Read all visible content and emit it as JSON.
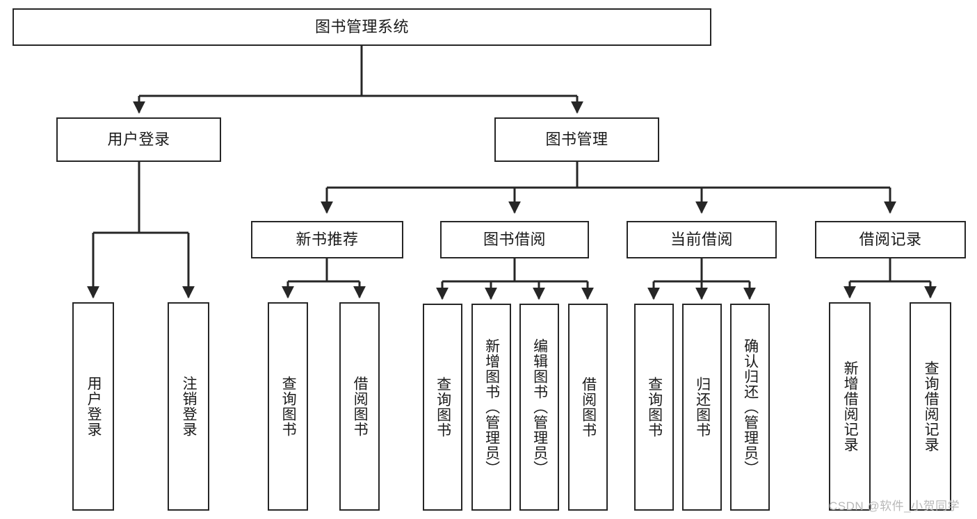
{
  "diagram": {
    "type": "tree-hierarchy-chart",
    "title": "图书管理系统",
    "watermark": "CSDN @软件_小贺同学",
    "colors": {
      "stroke": "#262626",
      "fill": "#ffffff",
      "text": "#1a1a1a",
      "watermark": "#b8b8b8"
    },
    "levels": {
      "root": {
        "label": "图书管理系统"
      },
      "level2": [
        {
          "id": "user-login",
          "label": "用户登录"
        },
        {
          "id": "book-management",
          "label": "图书管理"
        }
      ],
      "level3": [
        {
          "id": "new-book-recommend",
          "label": "新书推荐",
          "parent": "book-management"
        },
        {
          "id": "book-borrow",
          "label": "图书借阅",
          "parent": "book-management"
        },
        {
          "id": "current-borrow",
          "label": "当前借阅",
          "parent": "book-management"
        },
        {
          "id": "borrow-record",
          "label": "借阅记录",
          "parent": "book-management"
        }
      ],
      "leaves": [
        {
          "id": "leaf-user-login",
          "label": "用户登录",
          "parent": "user-login"
        },
        {
          "id": "leaf-logout-login",
          "label": "注销登录",
          "parent": "user-login"
        },
        {
          "id": "leaf-query-book-1",
          "label": "查询图书",
          "parent": "new-book-recommend"
        },
        {
          "id": "leaf-borrow-book-1",
          "label": "借阅图书",
          "parent": "new-book-recommend"
        },
        {
          "id": "leaf-query-book-2",
          "label": "查询图书",
          "parent": "book-borrow"
        },
        {
          "id": "leaf-add-book-admin",
          "label": "新增图书（管理员）",
          "parent": "book-borrow"
        },
        {
          "id": "leaf-edit-book-admin",
          "label": "编辑图书（管理员）",
          "parent": "book-borrow"
        },
        {
          "id": "leaf-borrow-book-2",
          "label": "借阅图书",
          "parent": "book-borrow"
        },
        {
          "id": "leaf-query-book-3",
          "label": "查询图书",
          "parent": "current-borrow"
        },
        {
          "id": "leaf-return-book",
          "label": "归还图书",
          "parent": "current-borrow"
        },
        {
          "id": "leaf-confirm-return-admin",
          "label": "确认归还（管理员）",
          "parent": "current-borrow"
        },
        {
          "id": "leaf-add-borrow-record",
          "label": "新增借阅记录",
          "parent": "borrow-record"
        },
        {
          "id": "leaf-query-borrow-record",
          "label": "查询借阅记录",
          "parent": "borrow-record"
        }
      ]
    }
  }
}
